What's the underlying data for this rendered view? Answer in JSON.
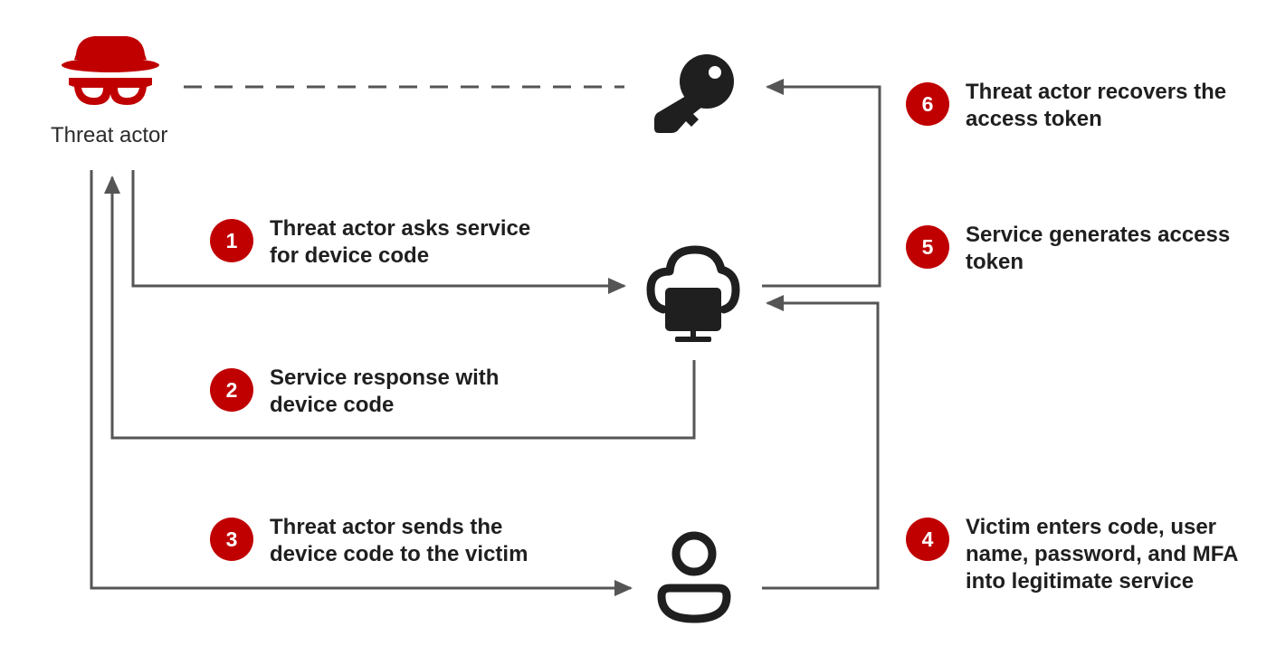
{
  "actor_label": "Threat actor",
  "colors": {
    "accent_red": "#c00000",
    "icon_dark": "#1f1f1f",
    "connector_gray": "#555555"
  },
  "icons": [
    "spy-icon",
    "key-icon",
    "cloud-computer-icon",
    "user-icon"
  ],
  "steps": [
    {
      "number": "1",
      "lines": [
        "Threat actor asks service",
        "for device code"
      ]
    },
    {
      "number": "2",
      "lines": [
        "Service response with",
        "device code"
      ]
    },
    {
      "number": "3",
      "lines": [
        "Threat actor sends the",
        "device code to the victim"
      ]
    },
    {
      "number": "4",
      "lines": [
        "Victim enters code, user",
        "name, password, and MFA",
        "into legitimate service"
      ]
    },
    {
      "number": "5",
      "lines": [
        "Service generates access",
        "token"
      ]
    },
    {
      "number": "6",
      "lines": [
        "Threat actor recovers the",
        "access token"
      ]
    }
  ]
}
